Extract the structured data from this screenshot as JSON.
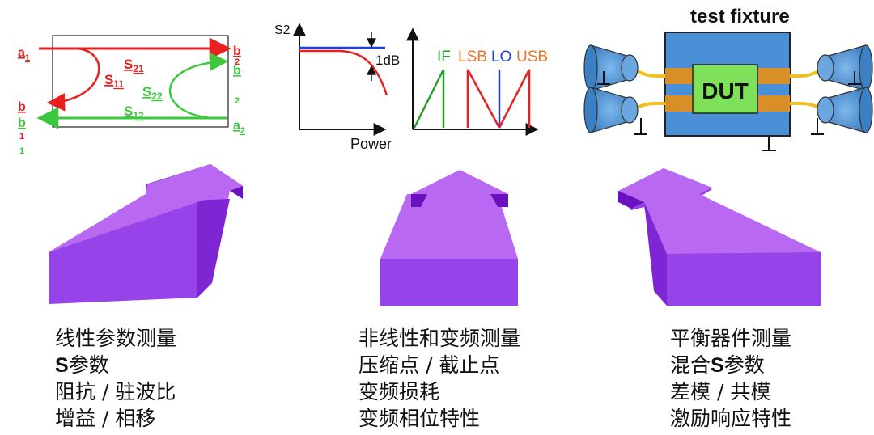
{
  "panel_sparams": {
    "labels": {
      "a1": "a",
      "a1_sub": "1",
      "b1": "b",
      "b1_sub": "1",
      "b1_green": "b",
      "b1_green_sub": "1",
      "a2": "a",
      "a2_sub": "2",
      "b2": "b",
      "b2_sub": "2",
      "b2_green": "b",
      "b2_green_sub": "2",
      "s21": "S",
      "s21_sub": "21",
      "s11": "S",
      "s11_sub": "11",
      "s22": "S",
      "s22_sub": "22",
      "s12": "S",
      "s12_sub": "12"
    }
  },
  "panel_compression": {
    "ylabel": "S2",
    "xlabel": "Power",
    "marker": "1dB"
  },
  "panel_mixer": {
    "labels": {
      "if": "IF",
      "lsb": "LSB",
      "lo": "LO",
      "usb": "USB"
    },
    "colors": {
      "if": "#2e9a2e",
      "lsb": "#e8772e",
      "lo": "#1f3fe0",
      "usb": "#e8772e"
    }
  },
  "panel_fixture": {
    "title": "test fixture",
    "dut": "DUT"
  },
  "captions": {
    "left": {
      "line1": "线性参数测量",
      "line2_bold": "S",
      "line2": "参数",
      "line3": "阻抗 / 驻波比",
      "line4": "增益 / 相移"
    },
    "middle": {
      "line1": "非线性和变频测量",
      "line2": "压缩点 / 截止点",
      "line3": "变频损耗",
      "line4": "变频相位特性"
    },
    "right": {
      "line1": "平衡器件测量",
      "line2a": "混合",
      "line2_bold": "S",
      "line2b": "参数",
      "line3": "差模 / 共模",
      "line4": "激励响应特性"
    }
  },
  "colors": {
    "red": "#e82020",
    "green": "#3cc83c",
    "purple_light": "#b968f2",
    "purple_mid": "#8a2fe0",
    "purple_dark": "#6a12c0",
    "fixture_blue": "#4a90d9",
    "dut_green": "#7fe05a"
  }
}
